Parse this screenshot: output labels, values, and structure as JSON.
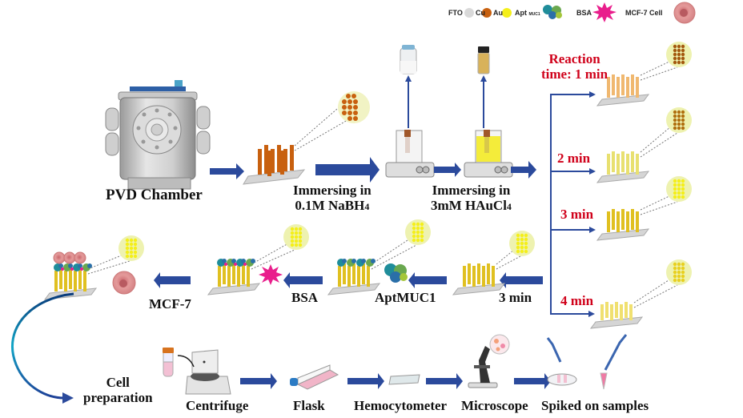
{
  "legend": {
    "items": [
      {
        "label": "FTO",
        "color": "#d9d9d9"
      },
      {
        "label": "Cu",
        "color": "#c8600f"
      },
      {
        "label": "Au",
        "color": "#f4ef1a"
      },
      {
        "label": "Apt",
        "sub": "MUC1"
      },
      {
        "label": "BSA"
      },
      {
        "label": "MCF-7 Cell"
      }
    ]
  },
  "steps": {
    "pvd": "PVD Chamber",
    "nabh4_line1": "Immersing in",
    "nabh4_line2": "0.1M NaBH",
    "nabh4_sub": "4",
    "haucl4_line1": "Immersing in",
    "haucl4_line2": "3mM HAuCl",
    "haucl4_sub": "4"
  },
  "reaction": {
    "title_line1": "Reaction",
    "title_line2": "time: 1 min",
    "times": [
      "2 min",
      "3 min",
      "4 min"
    ]
  },
  "middle_row": {
    "three_min": "3 min",
    "aptmuc1": "AptMUC1",
    "bsa": "BSA",
    "mcf7": "MCF-7"
  },
  "bottom_row": {
    "cell_prep_line1": "Cell",
    "cell_prep_line2": "preparation",
    "centrifuge": "Centrifuge",
    "flask": "Flask",
    "hemocytometer": "Hemocytometer",
    "microscope": "Microscope",
    "spiked": "Spiked on samples"
  },
  "colors": {
    "arrow": "#2b4a9c",
    "reaction_text": "#d0021b",
    "cu": "#c8600f",
    "au": "#f0d72a"
  }
}
